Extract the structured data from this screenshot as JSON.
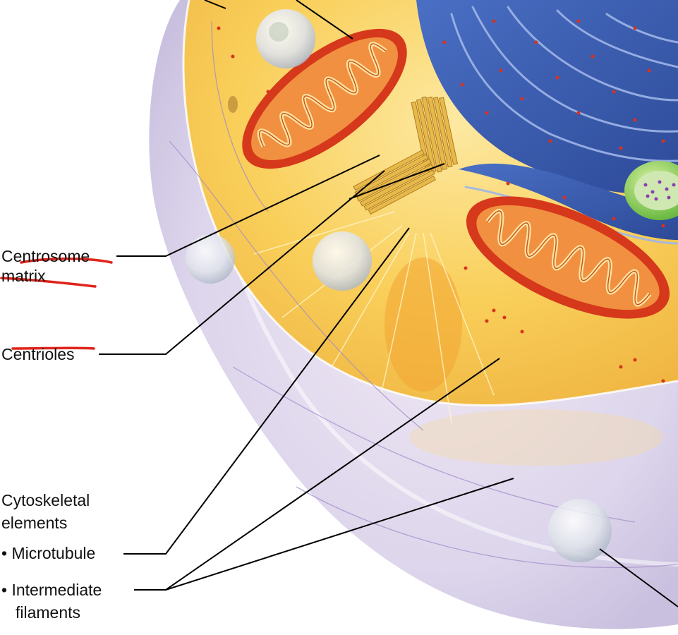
{
  "labels": {
    "centrosome_matrix": {
      "line1": "Centrosome",
      "line2": "matrix"
    },
    "centrioles": "Centrioles",
    "cytoskeletal_elements": {
      "line1": "Cytoskeletal",
      "line2": "elements"
    },
    "microtubule": "• Microtubule",
    "intermediate_filaments": {
      "line1": "• Intermediate",
      "line2": "filaments"
    }
  },
  "structures": [
    "cell-membrane",
    "cytoplasm",
    "mitochondrion",
    "mitochondrion",
    "rough-endoplasmic-reticulum",
    "centriole-pair",
    "vesicle",
    "lysosome"
  ],
  "colors": {
    "cytoplasm": "#f7c84a",
    "membrane": "#d9d3ea",
    "mitochondrion_outer": "#d6381c",
    "mitochondrion_inner": "#f2a04a",
    "er": "#3a5fb2",
    "ribosome": "#d8321f",
    "vesicle": "#dde5ee",
    "annotation_red": "#e0241b",
    "leader_line": "#000000"
  }
}
